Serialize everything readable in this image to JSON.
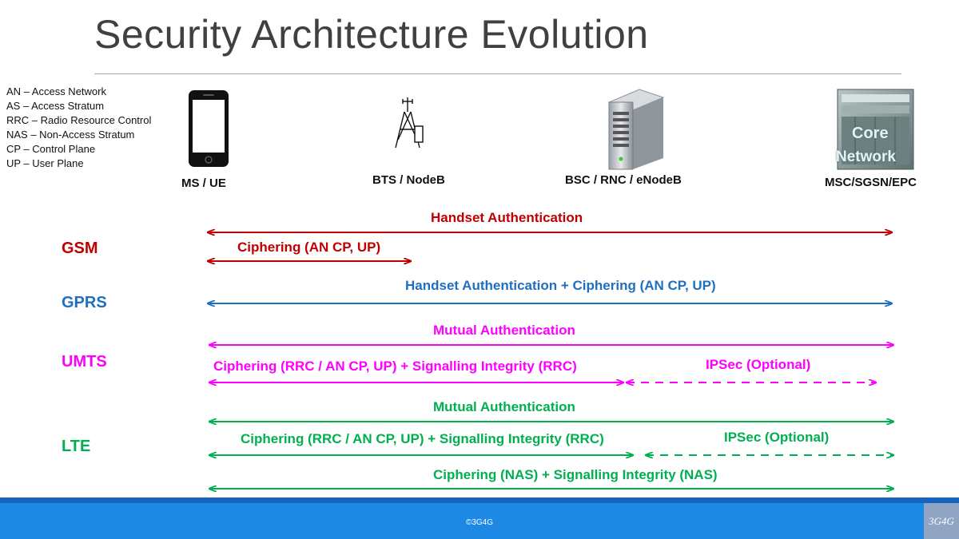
{
  "title": "Security Architecture Evolution",
  "legend": [
    "AN – Access Network",
    "AS – Access Stratum",
    "RRC – Radio Resource Control",
    "NAS – Non-Access Stratum",
    "CP – Control Plane",
    "UP – User Plane"
  ],
  "nodes": {
    "ms": "MS / UE",
    "bts": "BTS / NodeB",
    "bsc": "BSC / RNC / eNodeB",
    "msc": "MSC/SGSN/EPC",
    "core_line1": "Core",
    "core_line2": "Network"
  },
  "colors": {
    "gsm": "#c00000",
    "gprs": "#1f6fc0",
    "umts": "#ff00ff",
    "lte": "#00b050",
    "footer": "#1e88e5"
  },
  "technologies": {
    "gsm": {
      "name": "GSM",
      "handset_auth": "Handset Authentication",
      "ciphering": "Ciphering (AN CP, UP)"
    },
    "gprs": {
      "name": "GPRS",
      "auth_ciphering": "Handset Authentication + Ciphering (AN CP, UP)"
    },
    "umts": {
      "name": "UMTS",
      "mutual_auth": "Mutual Authentication",
      "ciphering_integrity": "Ciphering (RRC / AN CP, UP) + Signalling Integrity (RRC)",
      "ipsec": "IPSec (Optional)"
    },
    "lte": {
      "name": "LTE",
      "mutual_auth": "Mutual Authentication",
      "ciphering_integrity": "Ciphering (RRC / AN CP, UP) + Signalling Integrity (RRC)",
      "ipsec": "IPSec (Optional)",
      "nas": "Ciphering (NAS) + Signalling Integrity (NAS)"
    }
  },
  "footer": {
    "copyright": "©3G4G",
    "badge": "3G4G"
  }
}
